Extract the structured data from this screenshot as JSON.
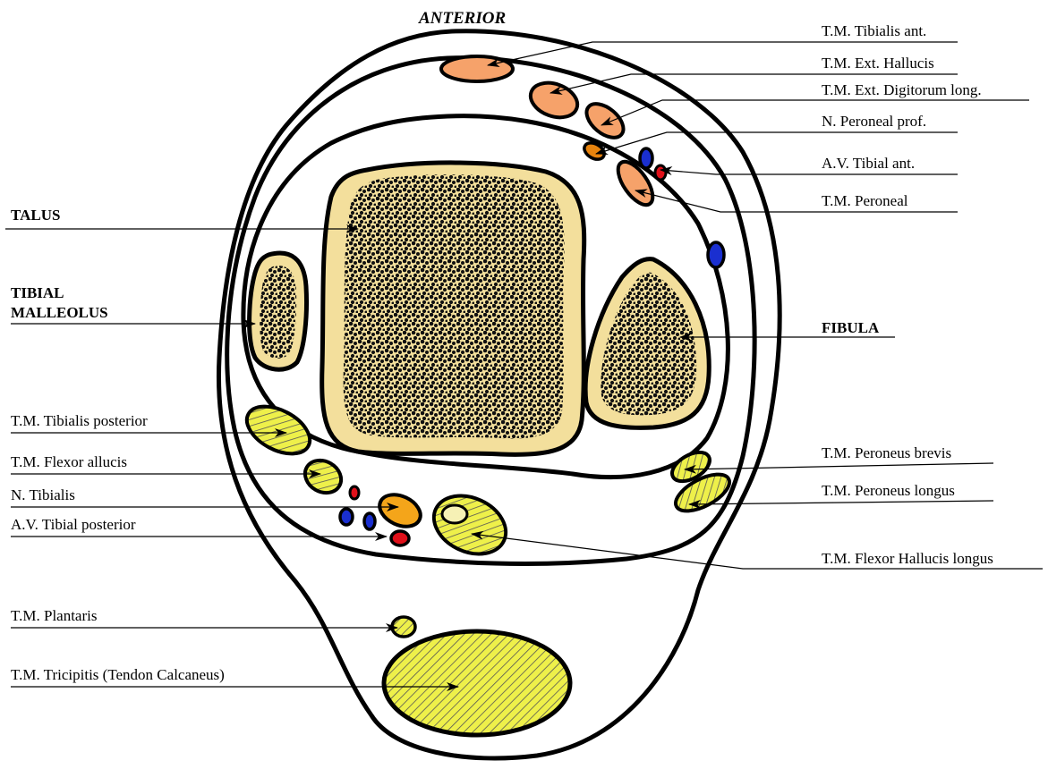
{
  "diagram": {
    "orientation_label": "ANTERIOR",
    "labels": {
      "tibialis_ant": "T.M. Tibialis ant.",
      "ext_hallucis": "T.M. Ext. Hallucis",
      "ext_digitorum": "T.M. Ext. Digitorum long.",
      "peroneal_prof": "N. Peroneal prof.",
      "av_tibial_ant": "A.V. Tibial ant.",
      "peroneal": "T.M. Peroneal",
      "talus": "TALUS",
      "tibial_malleolus_1": "TIBIAL",
      "tibial_malleolus_2": "MALLEOLUS",
      "fibula": "FIBULA",
      "tibialis_posterior": "T.M. Tibialis posterior",
      "flexor_allucis": "T.M. Flexor allucis",
      "n_tibialis": "N. Tibialis",
      "av_tibial_posterior": "A.V. Tibial posterior",
      "peroneus_brevis": "T.M. Peroneus brevis",
      "peroneus_longus": "T.M. Peroneus longus",
      "flexor_hallucis_longus": "T.M. Flexor Hallucis longus",
      "plantaris": "T.M. Plantaris",
      "tricipitis": "T.M. Tricipitis (Tendon Calcaneus)"
    },
    "colors": {
      "bone": "#f3df9c",
      "tendon_ant": "#f6a26a",
      "tendon_post": "#eef04a",
      "nerve": "#f4a51a",
      "artery": "#e0101a",
      "vein": "#1a2fd0",
      "outline": "#000000"
    }
  }
}
